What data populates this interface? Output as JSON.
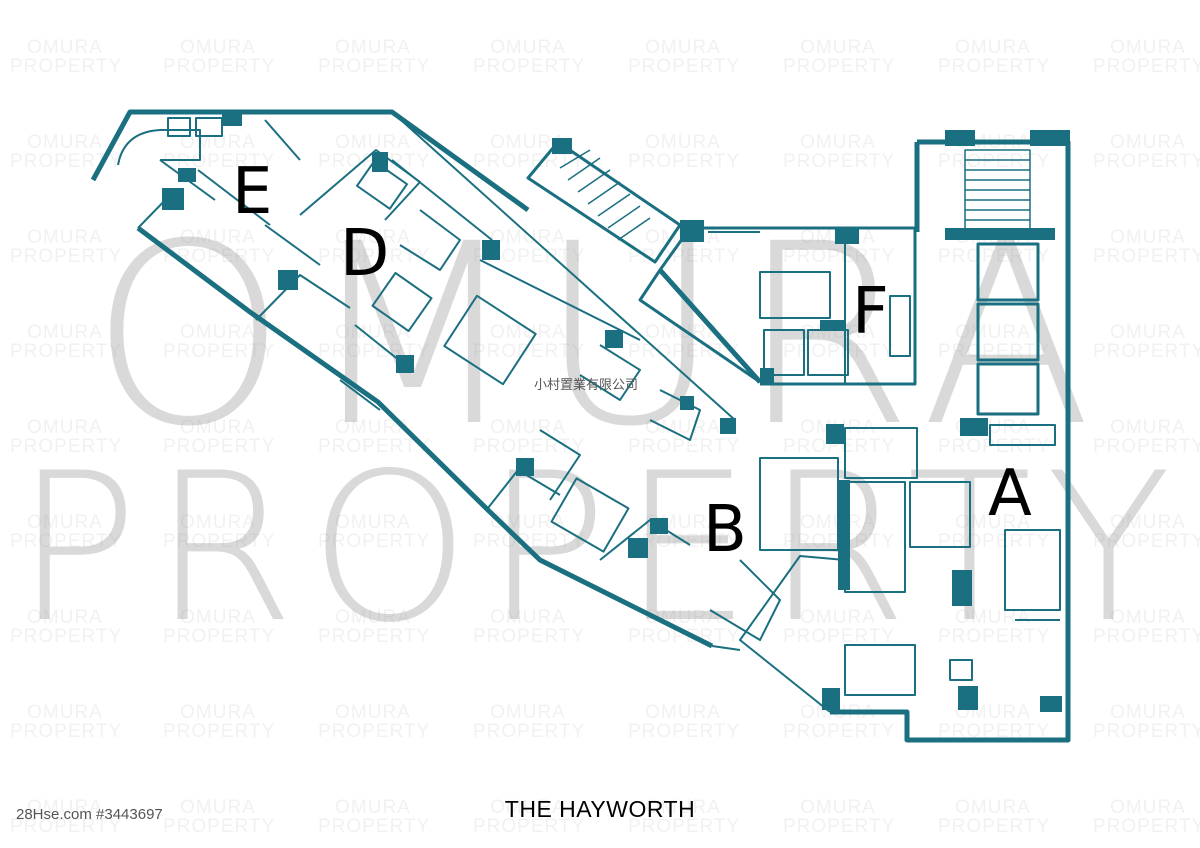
{
  "watermark": {
    "tile_line_1": "OMURA",
    "tile_line_2": "PROPERTY",
    "large_line_1": "OMURA",
    "large_line_2": "PROPERTY"
  },
  "plan": {
    "line_color": "#1a6f80",
    "units": {
      "a": "A",
      "b": "B",
      "d": "D",
      "e": "E",
      "f": "F"
    },
    "agency_mark": "小村置業有限公司"
  },
  "footer": {
    "building_name": "THE HAYWORTH",
    "listing_ref": "28Hse.com #3443697"
  }
}
